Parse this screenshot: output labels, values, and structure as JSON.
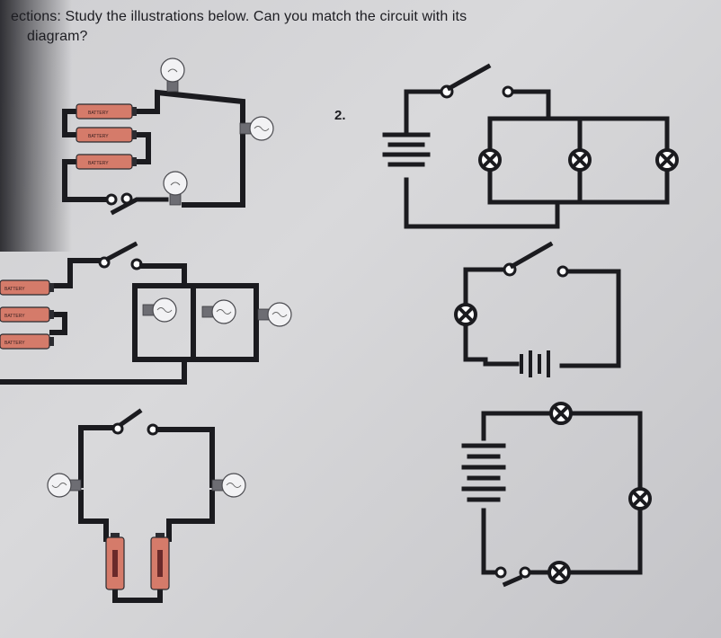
{
  "instructions": {
    "line1": "ections: Study the illustrations below. Can you match the circuit with its",
    "line2": "diagram?"
  },
  "diagram_number": "2.",
  "battery_label": "BATTERY",
  "colors": {
    "paper": "#d4d4d6",
    "ink": "#1b1b1f",
    "battery": "#d57b6a"
  }
}
